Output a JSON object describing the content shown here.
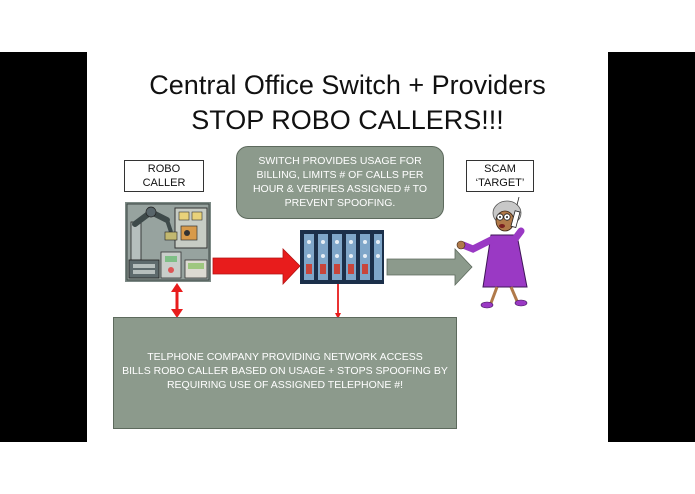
{
  "slide": {
    "title_line1": "Central Office Switch + Providers",
    "title_line2": "STOP ROBO CALLERS!!!"
  },
  "robo_caller": {
    "label_line1": "ROBO",
    "label_line2": "CALLER",
    "icon": "robot-arm-machine-icon"
  },
  "scam_target": {
    "label_line1": "SCAM",
    "label_line2": "‘TARGET’",
    "icon": "woman-on-phone-icon"
  },
  "switch_box": {
    "lines": [
      "SWITCH  PROVIDES USAGE FOR",
      "BILLING, LIMITS # OF CALLS PER",
      "HOUR & VERIFIES ASSIGNED  # TO",
      "PREVENT SPOOFING."
    ],
    "icon": "switchboard-icon"
  },
  "telco_box": {
    "lines": [
      "TELPHONE COMPANY PROVIDING NETWORK ACCESS",
      "BILLS ROBO CALLER BASED ON USAGE + STOPS SPOOFING BY",
      "REQUIRING  USE OF ASSIGNED TELEPHONE #!"
    ]
  },
  "colors": {
    "box_fill": "#8c9a8c",
    "red_arrow": "#e81c1c",
    "gray_arrow": "#8c9a8c"
  }
}
